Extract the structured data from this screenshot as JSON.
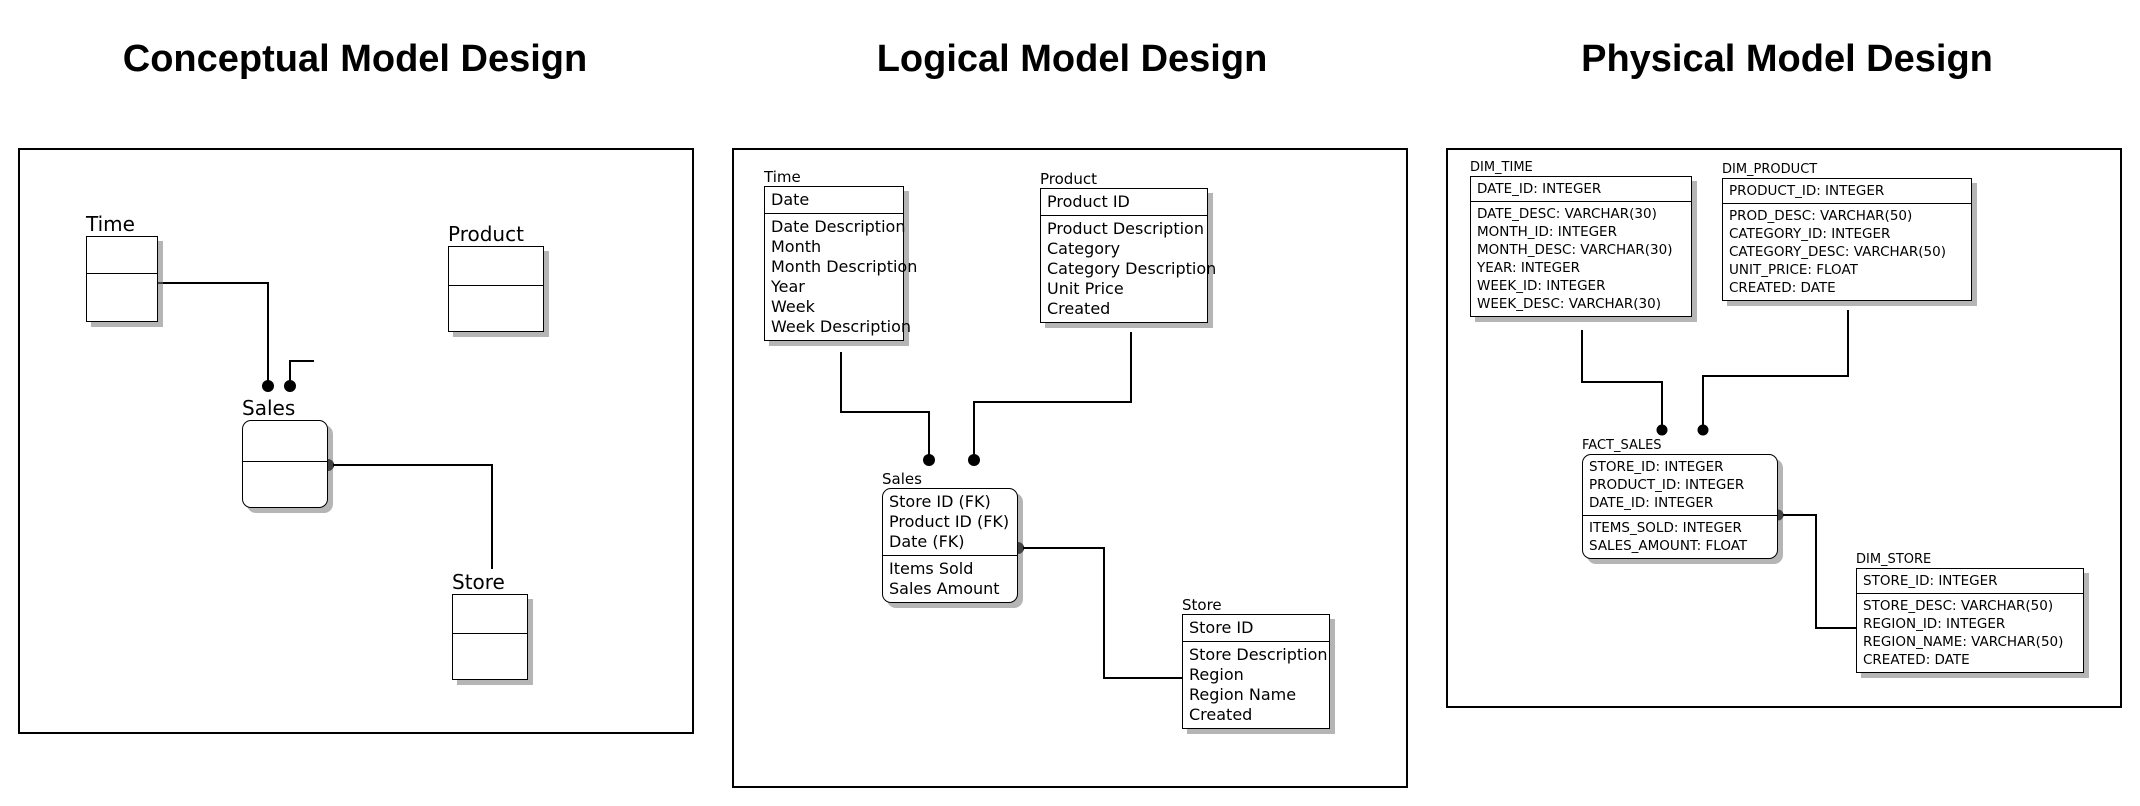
{
  "titles": {
    "conceptual": "Conceptual Model Design",
    "logical": "Logical Model Design",
    "physical": "Physical Model Design"
  },
  "conceptual": {
    "time": "Time",
    "product": "Product",
    "sales": "Sales",
    "store": "Store"
  },
  "logical": {
    "time": {
      "name": "Time",
      "key": [
        "Date"
      ],
      "attrs": [
        "Date Description",
        "Month",
        "Month Description",
        "Year",
        "Week",
        "Week Description"
      ]
    },
    "product": {
      "name": "Product",
      "key": [
        "Product ID"
      ],
      "attrs": [
        "Product Description",
        "Category",
        "Category Description",
        "Unit Price",
        "Created"
      ]
    },
    "sales": {
      "name": "Sales",
      "key": [
        "Store ID (FK)",
        "Product ID (FK)",
        "Date (FK)"
      ],
      "attrs": [
        "Items Sold",
        "Sales Amount"
      ]
    },
    "store": {
      "name": "Store",
      "key": [
        "Store ID"
      ],
      "attrs": [
        "Store Description",
        "Region",
        "Region Name",
        "Created"
      ]
    }
  },
  "physical": {
    "time": {
      "name": "DIM_TIME",
      "key": [
        "DATE_ID: INTEGER"
      ],
      "attrs": [
        "DATE_DESC: VARCHAR(30)",
        "MONTH_ID: INTEGER",
        "MONTH_DESC: VARCHAR(30)",
        "YEAR: INTEGER",
        "WEEK_ID: INTEGER",
        "WEEK_DESC: VARCHAR(30)"
      ]
    },
    "product": {
      "name": "DIM_PRODUCT",
      "key": [
        "PRODUCT_ID: INTEGER"
      ],
      "attrs": [
        "PROD_DESC: VARCHAR(50)",
        "CATEGORY_ID: INTEGER",
        "CATEGORY_DESC: VARCHAR(50)",
        "UNIT_PRICE: FLOAT",
        "CREATED: DATE"
      ]
    },
    "sales": {
      "name": "FACT_SALES",
      "key": [
        "STORE_ID: INTEGER",
        "PRODUCT_ID: INTEGER",
        "DATE_ID: INTEGER"
      ],
      "attrs": [
        "ITEMS_SOLD: INTEGER",
        "SALES_AMOUNT: FLOAT"
      ]
    },
    "store": {
      "name": "DIM_STORE",
      "key": [
        "STORE_ID: INTEGER"
      ],
      "attrs": [
        "STORE_DESC: VARCHAR(50)",
        "REGION_ID: INTEGER",
        "REGION_NAME: VARCHAR(50)",
        "CREATED: DATE"
      ]
    }
  }
}
